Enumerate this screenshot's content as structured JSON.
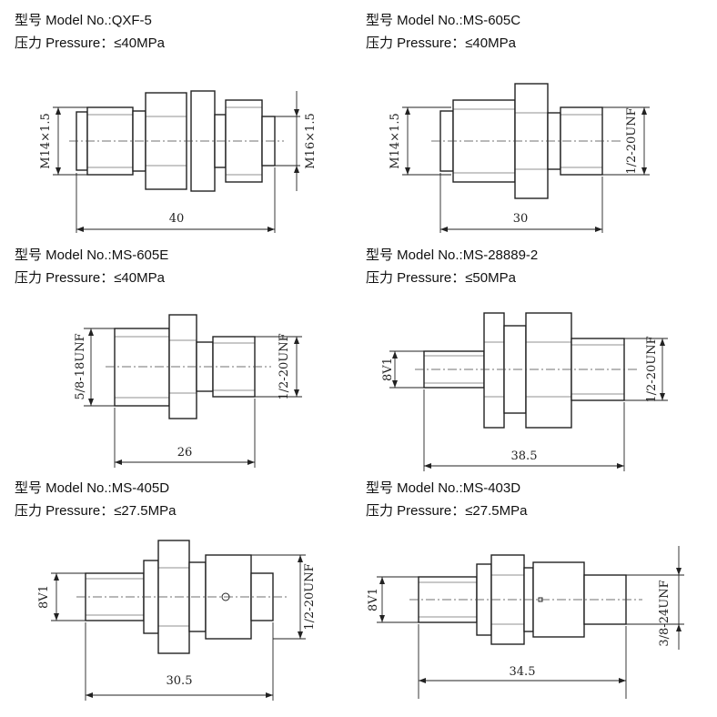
{
  "items": [
    {
      "model_label": "型号  Model No.:",
      "model": "QXF-5",
      "pressure_label": "压力 Pressure：",
      "pressure": "≤40MPa",
      "dims": {
        "left_thread": "M14×1.5",
        "right_thread": "M16×1.5",
        "length": "40"
      }
    },
    {
      "model_label": "型号  Model No.:",
      "model": "MS-605C",
      "pressure_label": "压力 Pressure：",
      "pressure": "≤40MPa",
      "dims": {
        "left_thread": "M14×1.5",
        "right_thread": "1/2-20UNF",
        "length": "30"
      }
    },
    {
      "model_label": "型号  Model No.:",
      "model": "MS-605E",
      "pressure_label": "压力 Pressure：",
      "pressure": "≤40MPa",
      "dims": {
        "left_thread": "5/8-18UNF",
        "right_thread": "1/2-20UNF",
        "length": "26"
      }
    },
    {
      "model_label": "型号  Model No.:",
      "model": "MS-28889-2",
      "pressure_label": "压力 Pressure：",
      "pressure": "≤50MPa",
      "dims": {
        "left_thread": "8V1",
        "right_thread": "1/2-20UNF",
        "length": "38.5"
      }
    },
    {
      "model_label": "型号  Model No.:",
      "model": "MS-405D",
      "pressure_label": "压力 Pressure：",
      "pressure": "≤27.5MPa",
      "dims": {
        "left_thread": "8V1",
        "right_thread": "1/2-20UNF",
        "length": "30.5"
      }
    },
    {
      "model_label": "型号  Model No.:",
      "model": "MS-403D",
      "pressure_label": "压力 Pressure：",
      "pressure": "≤27.5MPa",
      "dims": {
        "left_thread": "8V1",
        "right_thread": "3/8-24UNF",
        "length": "34.5"
      }
    }
  ]
}
